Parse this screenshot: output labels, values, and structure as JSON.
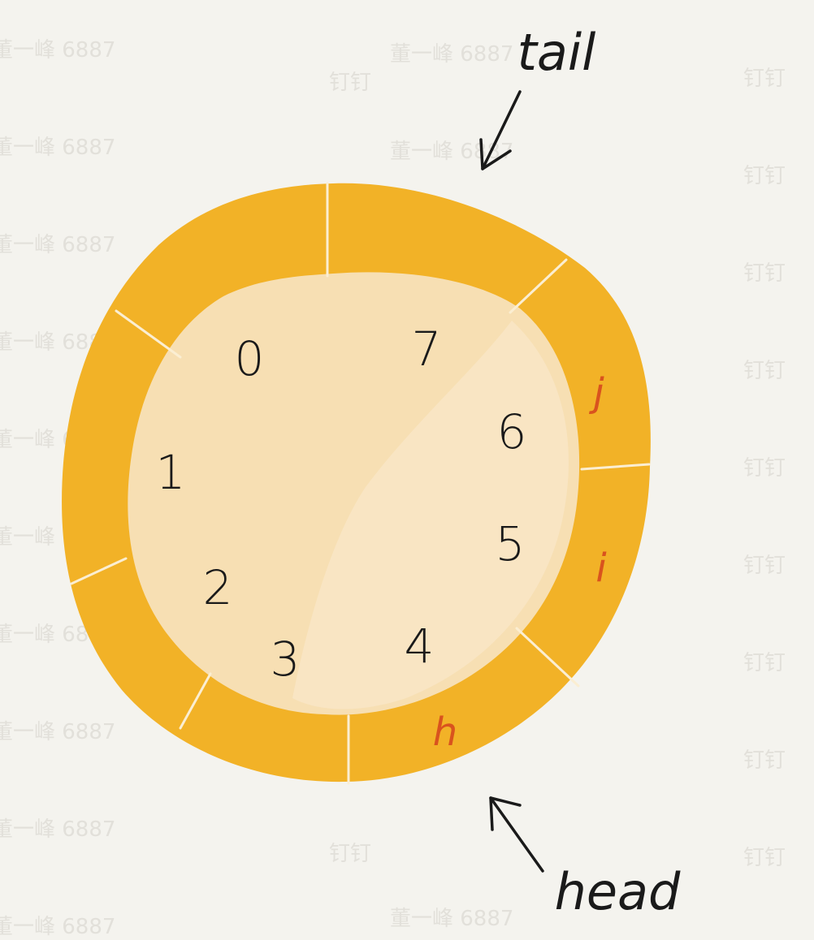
{
  "diagram": {
    "slots": [
      {
        "index": "0",
        "letter": ""
      },
      {
        "index": "1",
        "letter": ""
      },
      {
        "index": "2",
        "letter": ""
      },
      {
        "index": "3",
        "letter": ""
      },
      {
        "index": "4",
        "letter": "h"
      },
      {
        "index": "5",
        "letter": "i"
      },
      {
        "index": "6",
        "letter": "j"
      },
      {
        "index": "7",
        "letter": ""
      }
    ],
    "pointers": {
      "tail": "tail",
      "head": "head"
    },
    "colors": {
      "ring": "#f2b227",
      "inner": "#f7dfb3",
      "inner_highlight": "#f9e6c6",
      "slot_letter": "#d9531e",
      "ink": "#1a1a1a",
      "background": "#f4f3ee"
    },
    "watermarks": [
      "钉钉",
      "董一峰 6887"
    ]
  }
}
